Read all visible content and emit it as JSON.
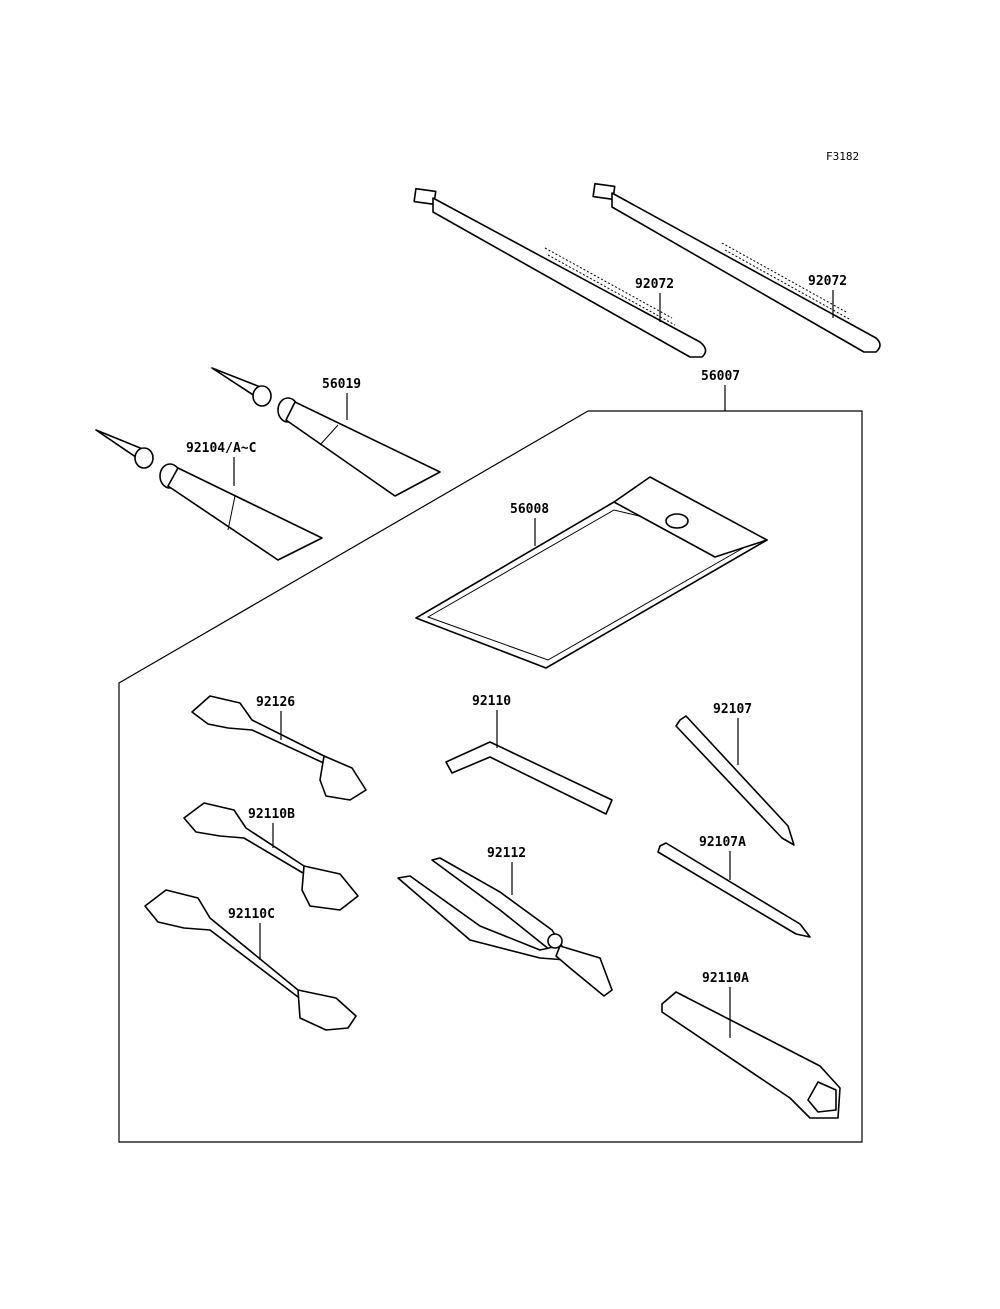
{
  "figure_code": "F3182",
  "parts": {
    "cable_tie_left": "92072",
    "cable_tie_right": "92072",
    "grease_tube_upper": "56019",
    "grease_tube_lower": "92104/A~C",
    "tool_kit": "56007",
    "tool_bag": "56008",
    "wrench_top": "92126",
    "wrench_mid": "92110B",
    "wrench_bottom": "92110C",
    "hex_wrench": "92110",
    "pliers": "92112",
    "screwdriver_grip": "92107",
    "screwdriver_shaft": "92107A",
    "plug_wrench": "92110A"
  }
}
